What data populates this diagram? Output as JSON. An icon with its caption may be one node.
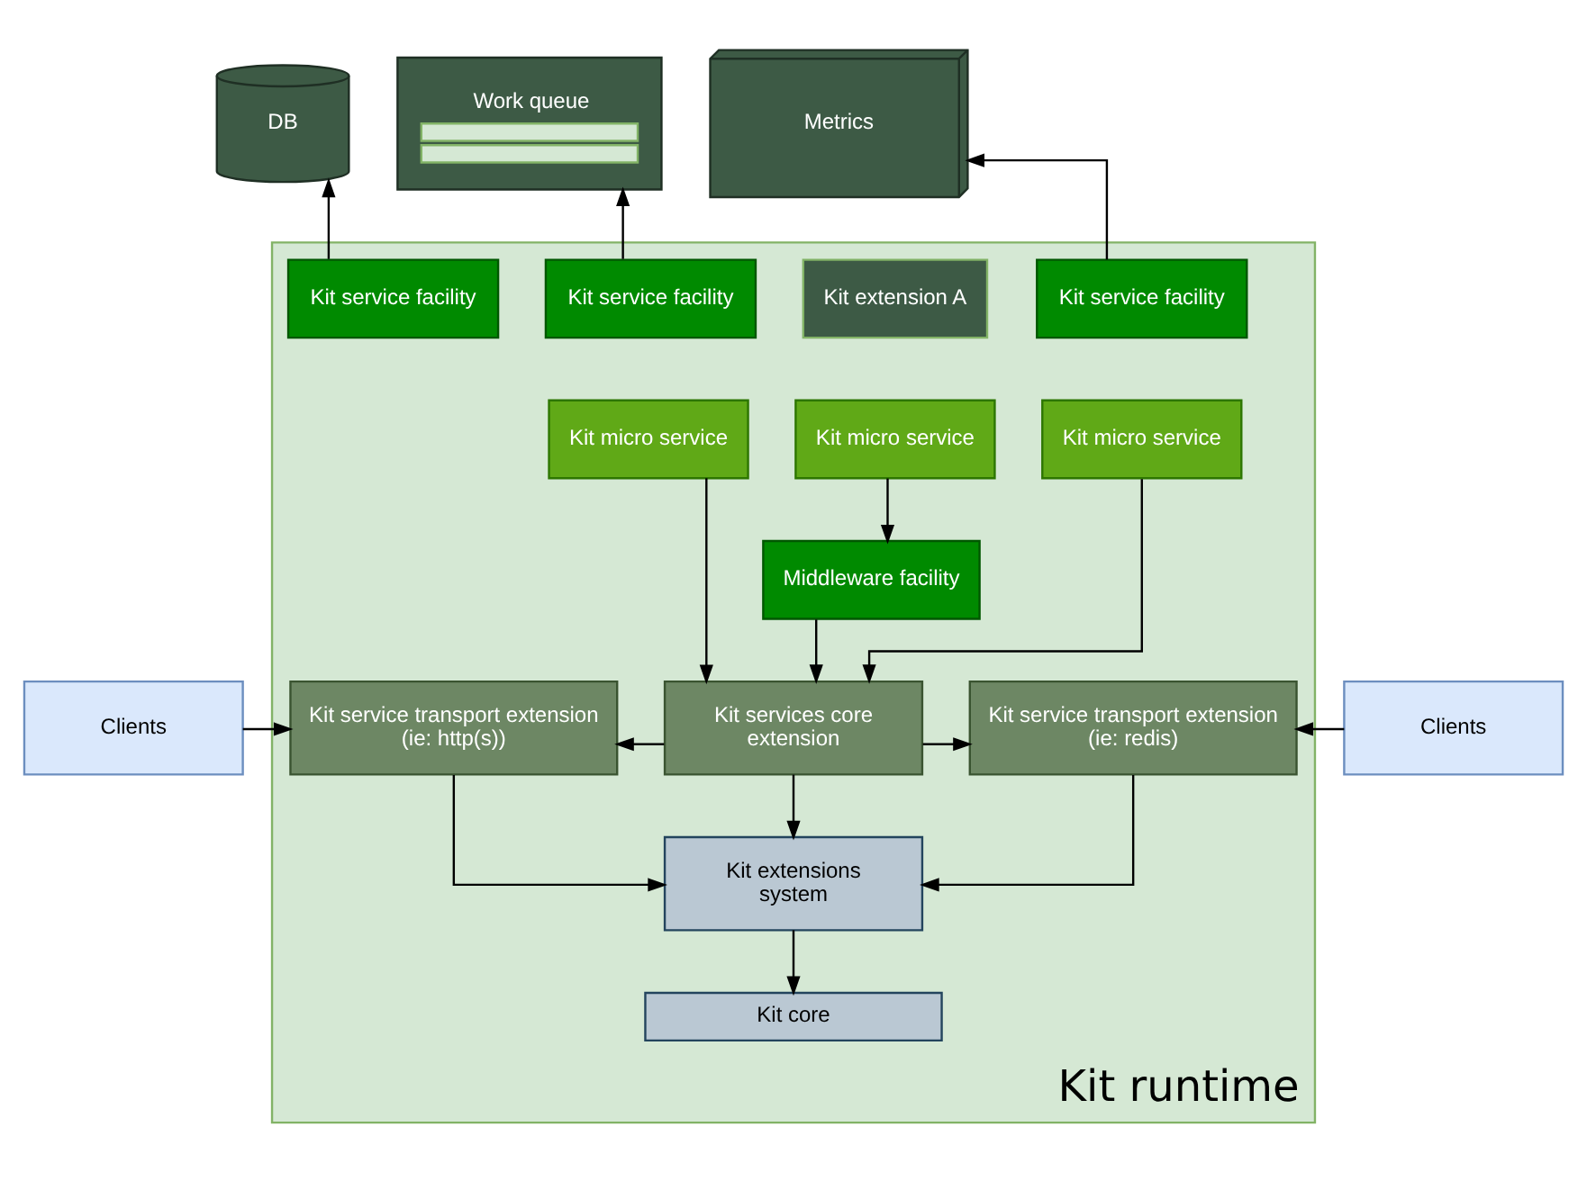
{
  "diagram": {
    "nodes": [
      {
        "text": [
          "DB"
        ]
      },
      {
        "text": [
          "Work queue"
        ]
      },
      {
        "text": [
          "Metrics"
        ]
      },
      {
        "text": [
          "Kit runtime"
        ]
      },
      {
        "text": [
          "Kit service facility"
        ],
        "in": 3
      },
      {
        "text": [
          "Kit service facility"
        ],
        "in": 3
      },
      {
        "text": [
          "Kit extension A"
        ],
        "in": 3
      },
      {
        "text": [
          "Kit service facility"
        ],
        "in": 3
      },
      {
        "text": [
          "Kit micro service"
        ],
        "in": 3
      },
      {
        "text": [
          "Kit micro service"
        ],
        "in": 3
      },
      {
        "text": [
          "Kit micro service"
        ],
        "in": 3
      },
      {
        "text": [
          "Middleware facility"
        ],
        "in": 3
      },
      {
        "text": [
          "Clients"
        ]
      },
      {
        "text": [
          "Kit service transport extension (ie: http(s))"
        ],
        "in": 3
      },
      {
        "text": [
          "Kit services core extension"
        ],
        "in": 3
      },
      {
        "text": [
          "Kit service transport extension (ie: redis)"
        ],
        "in": 3
      },
      {
        "text": [
          "Clients"
        ]
      },
      {
        "text": [
          "Kit extensions system"
        ],
        "in": 3
      },
      {
        "text": [
          "Kit core"
        ],
        "in": 3
      }
    ],
    "edges": [
      {
        "from": 4,
        "to": 0,
        "arrow": "to"
      },
      {
        "from": 5,
        "to": 1,
        "arrow": "to"
      },
      {
        "from": 7,
        "to": 2,
        "arrow": "to"
      },
      {
        "from": 9,
        "to": 11,
        "arrow": "to"
      },
      {
        "from": 8,
        "to": 14,
        "arrow": "to"
      },
      {
        "from": 11,
        "to": 14,
        "arrow": "to"
      },
      {
        "from": 10,
        "to": 14,
        "arrow": "to"
      },
      {
        "from": 12,
        "to": 13,
        "arrow": "to"
      },
      {
        "from": 14,
        "to": 13,
        "arrow": "to"
      },
      {
        "from": 14,
        "to": 15,
        "arrow": "to"
      },
      {
        "from": 16,
        "to": 15,
        "arrow": "to"
      },
      {
        "from": 14,
        "to": 17,
        "arrow": "to"
      },
      {
        "from": 13,
        "to": 17,
        "arrow": "to"
      },
      {
        "from": 15,
        "to": 17,
        "arrow": "to"
      },
      {
        "from": 17,
        "to": 18,
        "arrow": "to"
      }
    ]
  }
}
